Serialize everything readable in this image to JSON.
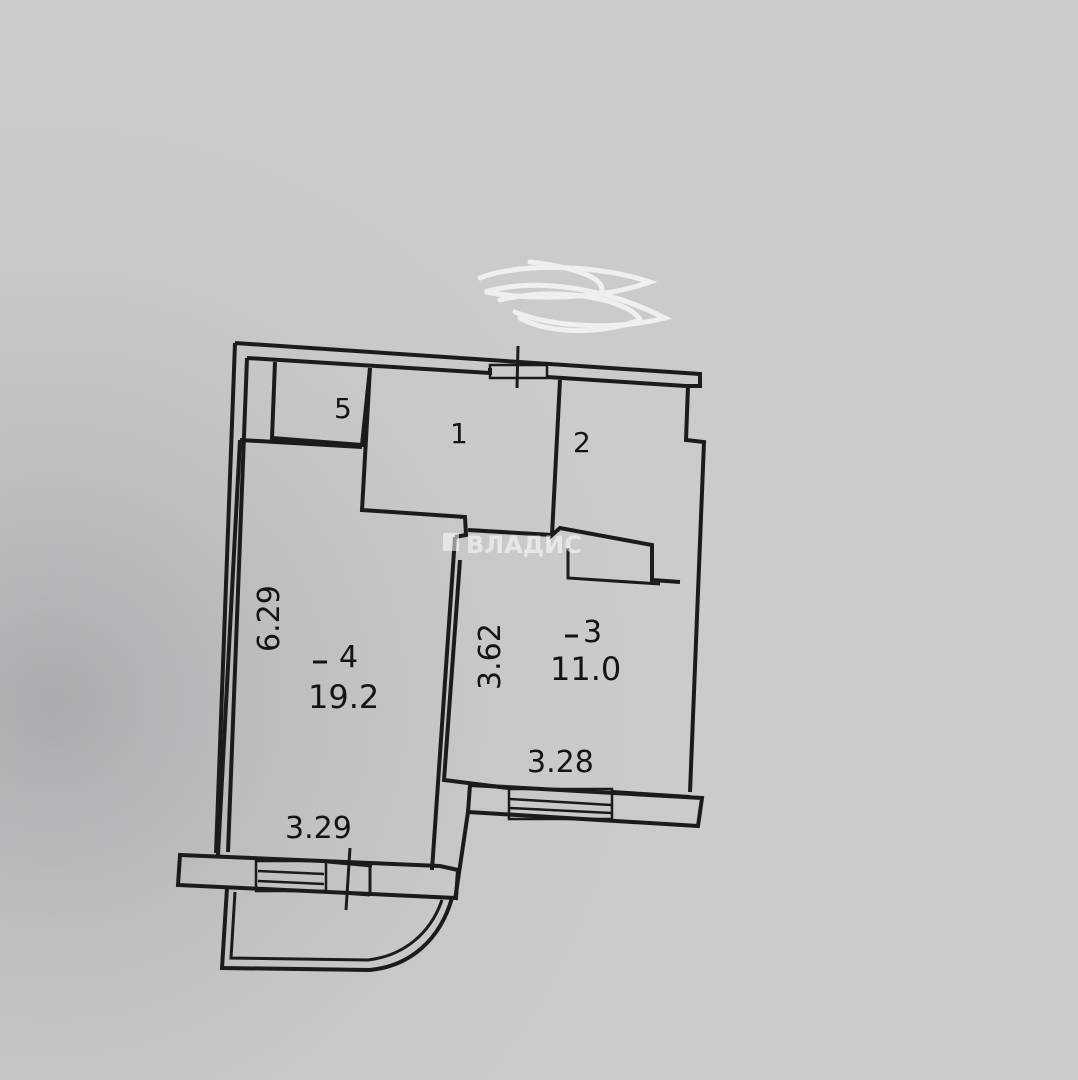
{
  "plan": {
    "rooms": [
      {
        "number": "1"
      },
      {
        "number": "2"
      },
      {
        "number": "3",
        "area": "11.0",
        "width": "3.28",
        "length": "3.62"
      },
      {
        "number": "4",
        "area": "19.2",
        "width": "3.29",
        "length": "6.29"
      },
      {
        "number": "5"
      }
    ],
    "watermark": "ВЛАДИС",
    "background_color": "#c9cbcd",
    "line_color": "#1b1b1d"
  }
}
